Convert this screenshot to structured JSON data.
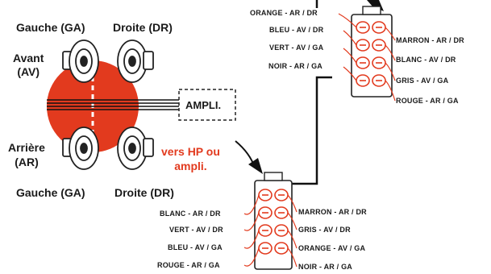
{
  "speakers": {
    "front_left": "Gauche (GA)",
    "front_right": "Droite (DR)",
    "front_label": "Avant\n(AV)",
    "rear_label": "Arrière\n(AR)",
    "rear_left": "Gauche (GA)",
    "rear_right": "Droite (DR)"
  },
  "amplifier": {
    "box_label": "AMPLI.",
    "note": "vers HP ou\nampli."
  },
  "connector_top": {
    "left_labels": [
      "ORANGE - AR / DR",
      "BLEU - AV / DR",
      "VERT - AV / GA",
      "NOIR - AR / GA"
    ],
    "right_labels": [
      "MARRON - AR / DR",
      "BLANC - AV / DR",
      "GRIS - AV / GA",
      "ROUGE - AR / GA"
    ]
  },
  "connector_bottom": {
    "left_labels": [
      "BLANC - AR / DR",
      "VERT - AV / DR",
      "BLEU - AV / GA",
      "ROUGE - AR / GA"
    ],
    "right_labels": [
      "MARRON - AR / DR",
      "GRIS - AV / DR",
      "ORANGE - AV / GA",
      "NOIR - AR / GA"
    ]
  },
  "colors": {
    "accent": "#e23a1e",
    "ink": "#1a1a1a"
  }
}
